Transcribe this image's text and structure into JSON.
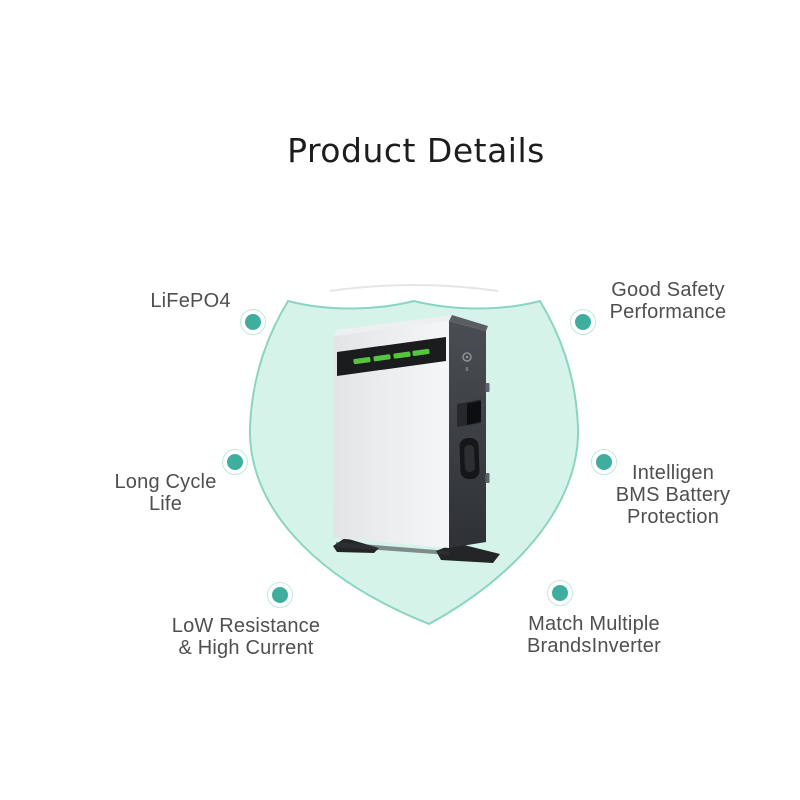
{
  "title": "Product Details",
  "features": [
    {
      "name": "lifepo4",
      "lines": [
        "LiFePO4"
      ]
    },
    {
      "name": "good-safety-performance",
      "lines": [
        "Good Safety",
        "Performance"
      ]
    },
    {
      "name": "long-cycle-life",
      "lines": [
        "Long Cycle",
        "Life"
      ]
    },
    {
      "name": "intelligent-bms",
      "lines": [
        "Intelligen",
        "BMS Battery",
        "Protection"
      ]
    },
    {
      "name": "low-resistance",
      "lines": [
        "LoW Resistance",
        "& High Current"
      ]
    },
    {
      "name": "match-multiple-brands",
      "lines": [
        "Match Multiple",
        "BrandsInverter"
      ]
    }
  ],
  "icons": {
    "bullet": "teal-dot-icon",
    "battery_status": "green-led-bars"
  },
  "colors": {
    "accent_teal": "#3fae9f",
    "bullet_ring": "#bfe8dd",
    "shield_fill": "#d6f3ea",
    "shield_stroke": "#8ad5c2",
    "led_green": "#55c53e",
    "title_text": "#1d1d1f",
    "feature_text": "#4f4f51"
  }
}
